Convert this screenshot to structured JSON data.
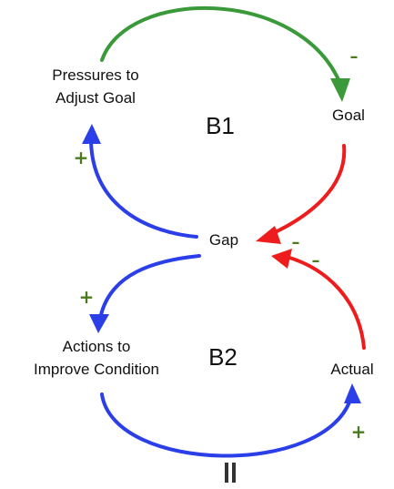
{
  "colors": {
    "green": "#3a9a3a",
    "red": "#ee1c1c",
    "blue": "#2a3fe8",
    "polarity_plus": "#4a7a1e",
    "polarity_minus": "#4a7a1e",
    "delay": "#333333"
  },
  "nodes": {
    "pressures_line1": "Pressures to",
    "pressures_line2": "Adjust Goal",
    "goal": "Goal",
    "gap": "Gap",
    "actions_line1": "Actions to",
    "actions_line2": "Improve Condition",
    "actual": "Actual"
  },
  "loops": {
    "top": "B1",
    "bottom": "B2"
  },
  "polarities": {
    "pressures_to_goal": "–",
    "gap_to_pressures": "+",
    "goal_to_gap": "–",
    "actual_to_gap": "–",
    "gap_to_actions": "+",
    "actions_to_actual": "+"
  },
  "links": [
    {
      "from": "Pressures to Adjust Goal",
      "to": "Goal",
      "polarity": "–",
      "delay": false
    },
    {
      "from": "Goal",
      "to": "Gap",
      "polarity": "–",
      "delay": false
    },
    {
      "from": "Gap",
      "to": "Pressures to Adjust Goal",
      "polarity": "+",
      "delay": false
    },
    {
      "from": "Gap",
      "to": "Actions to Improve Condition",
      "polarity": "+",
      "delay": false
    },
    {
      "from": "Actions to Improve Condition",
      "to": "Actual",
      "polarity": "+",
      "delay": true
    },
    {
      "from": "Actual",
      "to": "Gap",
      "polarity": "–",
      "delay": false
    }
  ]
}
